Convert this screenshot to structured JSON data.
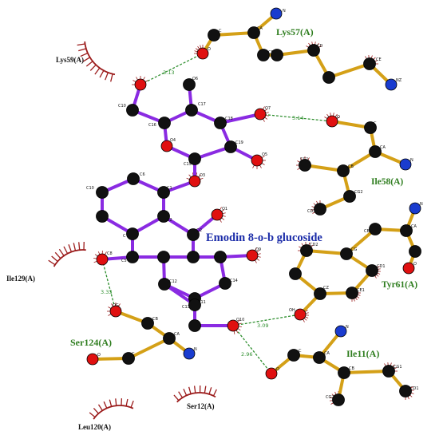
{
  "ligand": {
    "name": "Emodin 8-o-b glucoside"
  },
  "residues": [
    {
      "id": "lys57",
      "label": "Lys57(A)",
      "kind": "bonded"
    },
    {
      "id": "ile58",
      "label": "Ile58(A)",
      "kind": "bonded"
    },
    {
      "id": "tyr61",
      "label": "Tyr61(A)",
      "kind": "bonded"
    },
    {
      "id": "ser124",
      "label": "Ser124(A)",
      "kind": "bonded"
    },
    {
      "id": "ile11",
      "label": "Ile11(A)",
      "kind": "bonded"
    },
    {
      "id": "lys59",
      "label": "Lys59(A)",
      "kind": "hydrophobic"
    },
    {
      "id": "ile129",
      "label": "Ile129(A)",
      "kind": "hydrophobic"
    },
    {
      "id": "ser12",
      "label": "Ser12(A)",
      "kind": "hydrophobic"
    },
    {
      "id": "leu120",
      "label": "Leu120(A)",
      "kind": "hydrophobic"
    }
  ],
  "hbonds": [
    {
      "id": "hb1",
      "distance": "3.13"
    },
    {
      "id": "hb2",
      "distance": "3.14"
    },
    {
      "id": "hb3",
      "distance": "3.33"
    },
    {
      "id": "hb4",
      "distance": "3.09"
    },
    {
      "id": "hb5",
      "distance": "2.96"
    }
  ],
  "atoms": {
    "c10": "C10",
    "o6": "O6",
    "c17": "C17",
    "c16": "C16",
    "c18": "C18",
    "o7": "O7",
    "o4": "O4",
    "c19": "C19",
    "c15": "C15",
    "o3": "O3",
    "o5": "O5",
    "c6": "C6",
    "c10b": "C10",
    "c9": "C9",
    "c1": "C1",
    "c2": "C2",
    "o1": "O1",
    "c": "C",
    "o2": "O2",
    "c5": "C5",
    "o9": "O9",
    "c8": "C8",
    "c12": "C12",
    "c14": "C14",
    "c11": "C11",
    "c13": "C13",
    "o10": "O10",
    "lys_o": "O",
    "lys_c": "C",
    "lys_ca": "CA",
    "lys_n": "N",
    "lys_cb": "CB",
    "lys_cd": "CD",
    "lys_ce": "CE",
    "lys_nz": "NZ",
    "ile58_o": "O",
    "ile58_c": "C",
    "ile58_ca": "CA",
    "ile58_n": "N",
    "ile58_cg1": "CG1",
    "ile58_cb": "CB",
    "ile58_cd1": "CD1",
    "ile58_cg2": "CG2",
    "tyr_ca": "CA",
    "tyr_cb": "CB",
    "tyr_n": "N",
    "tyr_o": "O",
    "tyr_cg": "CG",
    "tyr_cd1": "CD1",
    "tyr_cd2": "CD2",
    "tyr_ce1": "CE1",
    "tyr_cz": "CZ",
    "tyr_oh": "OH",
    "ser_og": "OG",
    "ser_cb": "CB",
    "ser_ca": "CA",
    "ser_n": "N",
    "ser_c": "C",
    "ser_o": "O",
    "ile11_o": "O",
    "ile11_c": "C",
    "ile11_ca": "CA",
    "ile11_n": "N",
    "ile11_cb": "CB",
    "ile11_cg1": "CG1",
    "ile11_cg2": "CG2",
    "ile11_cd1": "CD1"
  },
  "colors": {
    "ligand_bond": "#8a2be2",
    "residue_bond": "#d4a017",
    "carbon": "#111111",
    "oxygen": "#e01010",
    "nitrogen": "#1a3ccf",
    "hbond": "#2f8f2f",
    "hydrophobic": "#9b1b1b",
    "residue_label": "#2e7d1e",
    "ligand_label": "#1a2ba8"
  }
}
